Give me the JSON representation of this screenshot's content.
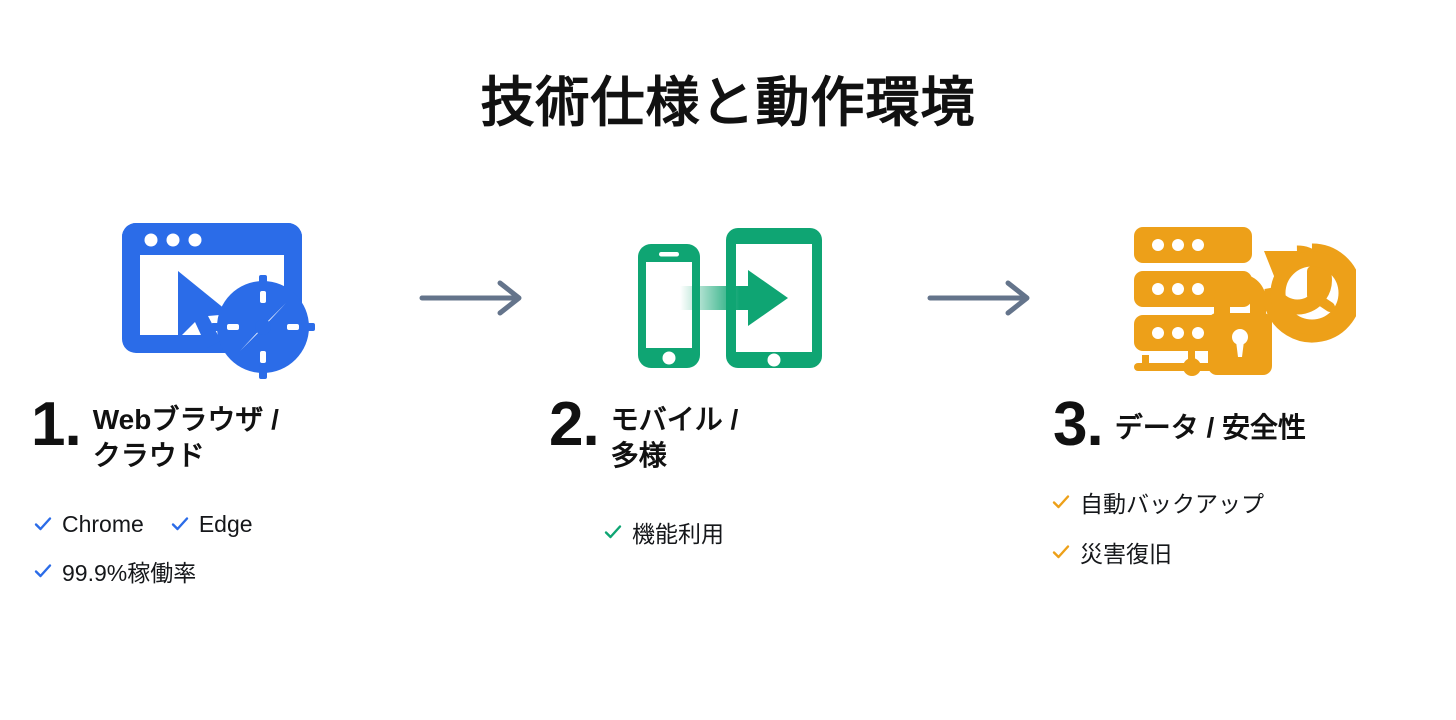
{
  "title": "技術仕様と動作環境",
  "colors": {
    "browser_blue": "#2B6CE8",
    "mobile_green": "#0FA573",
    "data_orange": "#EDA019",
    "arrow_gray": "#64748B",
    "text_dark": "#111111"
  },
  "arrows": [
    {
      "name": "arrow-1-to-2"
    },
    {
      "name": "arrow-2-to-3"
    }
  ],
  "columns": [
    {
      "number": "1.",
      "label": "Webブラウザ /\nクラウド",
      "icon": "browser-compass-icon",
      "accent": "#2B6CE8",
      "bullet_rows": [
        [
          "Chrome",
          "Edge"
        ],
        [
          "99.9%稼働率"
        ]
      ]
    },
    {
      "number": "2.",
      "label": "モバイル /\n多様",
      "icon": "phone-tablet-transfer-icon",
      "accent": "#0FA573",
      "bullet_rows": [
        [
          "機能利用"
        ]
      ]
    },
    {
      "number": "3.",
      "label": "データ / 安全性",
      "icon": "server-lock-restore-icon",
      "accent": "#EDA019",
      "bullet_rows": [
        [
          "自動バックアップ"
        ],
        [
          "災害復旧"
        ]
      ]
    }
  ]
}
